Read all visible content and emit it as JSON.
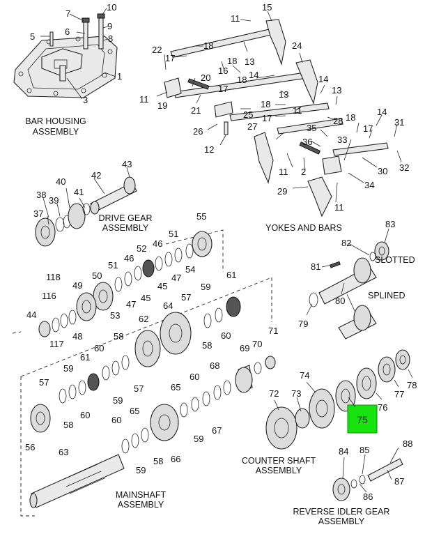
{
  "assemblies": {
    "bar_housing": [
      "BAR HOUSING",
      "ASSEMBLY"
    ],
    "drive_gear": [
      "DRIVE GEAR",
      "ASSEMBLY"
    ],
    "yokes_bars": "YOKES AND BARS",
    "slotted": "SLOTTED",
    "splined": "SPLINED",
    "counter_shaft": [
      "COUNTER SHAFT",
      "ASSEMBLY"
    ],
    "mainshaft": [
      "MAINSHAFT",
      "ASSEMBLY"
    ],
    "reverse_idler": [
      "REVERSE IDLER GEAR",
      "ASSEMBLY"
    ]
  },
  "highlighted_part": "75",
  "highlight_color": "#17e40f",
  "callouts": [
    {
      "id": "c1",
      "text": "1"
    },
    {
      "id": "c2",
      "text": "2"
    },
    {
      "id": "c3",
      "text": "3"
    },
    {
      "id": "c5",
      "text": "5"
    },
    {
      "id": "c6",
      "text": "6"
    },
    {
      "id": "c7",
      "text": "7"
    },
    {
      "id": "c8",
      "text": "8"
    },
    {
      "id": "c9",
      "text": "9"
    },
    {
      "id": "c10",
      "text": "10"
    },
    {
      "id": "c11a",
      "text": "11"
    },
    {
      "id": "c11b",
      "text": "11"
    },
    {
      "id": "c11c",
      "text": "11"
    },
    {
      "id": "c11d",
      "text": "11"
    },
    {
      "id": "c11e",
      "text": "11"
    },
    {
      "id": "c12",
      "text": "12"
    },
    {
      "id": "c13a",
      "text": "13"
    },
    {
      "id": "c13b",
      "text": "13"
    },
    {
      "id": "c13c",
      "text": "13"
    },
    {
      "id": "c14a",
      "text": "14"
    },
    {
      "id": "c14b",
      "text": "14"
    },
    {
      "id": "c14c",
      "text": "14"
    },
    {
      "id": "c15",
      "text": "15"
    },
    {
      "id": "c16",
      "text": "16"
    },
    {
      "id": "c17a",
      "text": "17"
    },
    {
      "id": "c17b",
      "text": "17"
    },
    {
      "id": "c17c",
      "text": "17"
    },
    {
      "id": "c17d",
      "text": "17"
    },
    {
      "id": "c18a",
      "text": "18"
    },
    {
      "id": "c18b",
      "text": "18"
    },
    {
      "id": "c18c",
      "text": "18"
    },
    {
      "id": "c18d",
      "text": "18"
    },
    {
      "id": "c19",
      "text": "19"
    },
    {
      "id": "c20",
      "text": "20"
    },
    {
      "id": "c21",
      "text": "21"
    },
    {
      "id": "c22",
      "text": "22"
    },
    {
      "id": "c24",
      "text": "24"
    },
    {
      "id": "c25",
      "text": "25"
    },
    {
      "id": "c26",
      "text": "26"
    },
    {
      "id": "c27",
      "text": "27"
    },
    {
      "id": "c28",
      "text": "28"
    },
    {
      "id": "c29",
      "text": "29"
    },
    {
      "id": "c30",
      "text": "30"
    },
    {
      "id": "c31",
      "text": "31"
    },
    {
      "id": "c32",
      "text": "32"
    },
    {
      "id": "c33",
      "text": "33"
    },
    {
      "id": "c34",
      "text": "34"
    },
    {
      "id": "c35",
      "text": "35"
    },
    {
      "id": "c36",
      "text": "36"
    },
    {
      "id": "c37",
      "text": "37"
    },
    {
      "id": "c38",
      "text": "38"
    },
    {
      "id": "c39",
      "text": "39"
    },
    {
      "id": "c40",
      "text": "40"
    },
    {
      "id": "c41",
      "text": "41"
    },
    {
      "id": "c42",
      "text": "42"
    },
    {
      "id": "c43",
      "text": "43"
    },
    {
      "id": "c44",
      "text": "44"
    },
    {
      "id": "c45a",
      "text": "45"
    },
    {
      "id": "c45b",
      "text": "45"
    },
    {
      "id": "c46a",
      "text": "46"
    },
    {
      "id": "c46b",
      "text": "46"
    },
    {
      "id": "c47a",
      "text": "47"
    },
    {
      "id": "c47b",
      "text": "47"
    },
    {
      "id": "c48",
      "text": "48"
    },
    {
      "id": "c49",
      "text": "49"
    },
    {
      "id": "c50",
      "text": "50"
    },
    {
      "id": "c51a",
      "text": "51"
    },
    {
      "id": "c51b",
      "text": "51"
    },
    {
      "id": "c52",
      "text": "52"
    },
    {
      "id": "c53",
      "text": "53"
    },
    {
      "id": "c54",
      "text": "54"
    },
    {
      "id": "c55",
      "text": "55"
    },
    {
      "id": "c56",
      "text": "56"
    },
    {
      "id": "c57a",
      "text": "57"
    },
    {
      "id": "c57b",
      "text": "57"
    },
    {
      "id": "c57c",
      "text": "57"
    },
    {
      "id": "c58a",
      "text": "58"
    },
    {
      "id": "c58b",
      "text": "58"
    },
    {
      "id": "c58c",
      "text": "58"
    },
    {
      "id": "c58d",
      "text": "58"
    },
    {
      "id": "c59a",
      "text": "59"
    },
    {
      "id": "c59b",
      "text": "59"
    },
    {
      "id": "c59c",
      "text": "59"
    },
    {
      "id": "c59d",
      "text": "59"
    },
    {
      "id": "c59e",
      "text": "59"
    },
    {
      "id": "c60a",
      "text": "60"
    },
    {
      "id": "c60b",
      "text": "60"
    },
    {
      "id": "c60c",
      "text": "60"
    },
    {
      "id": "c60d",
      "text": "60"
    },
    {
      "id": "c60e",
      "text": "60"
    },
    {
      "id": "c61a",
      "text": "61"
    },
    {
      "id": "c61b",
      "text": "61"
    },
    {
      "id": "c62",
      "text": "62"
    },
    {
      "id": "c63",
      "text": "63"
    },
    {
      "id": "c64",
      "text": "64"
    },
    {
      "id": "c65a",
      "text": "65"
    },
    {
      "id": "c65b",
      "text": "65"
    },
    {
      "id": "c66",
      "text": "66"
    },
    {
      "id": "c67",
      "text": "67"
    },
    {
      "id": "c68",
      "text": "68"
    },
    {
      "id": "c69",
      "text": "69"
    },
    {
      "id": "c70",
      "text": "70"
    },
    {
      "id": "c71",
      "text": "71"
    },
    {
      "id": "c72",
      "text": "72"
    },
    {
      "id": "c73",
      "text": "73"
    },
    {
      "id": "c74",
      "text": "74"
    },
    {
      "id": "c76",
      "text": "76"
    },
    {
      "id": "c77",
      "text": "77"
    },
    {
      "id": "c78",
      "text": "78"
    },
    {
      "id": "c79",
      "text": "79"
    },
    {
      "id": "c80",
      "text": "80"
    },
    {
      "id": "c81",
      "text": "81"
    },
    {
      "id": "c82",
      "text": "82"
    },
    {
      "id": "c83",
      "text": "83"
    },
    {
      "id": "c84",
      "text": "84"
    },
    {
      "id": "c85",
      "text": "85"
    },
    {
      "id": "c86",
      "text": "86"
    },
    {
      "id": "c87",
      "text": "87"
    },
    {
      "id": "c88",
      "text": "88"
    },
    {
      "id": "c116",
      "text": "116"
    },
    {
      "id": "c117",
      "text": "117"
    },
    {
      "id": "c118",
      "text": "118"
    }
  ]
}
